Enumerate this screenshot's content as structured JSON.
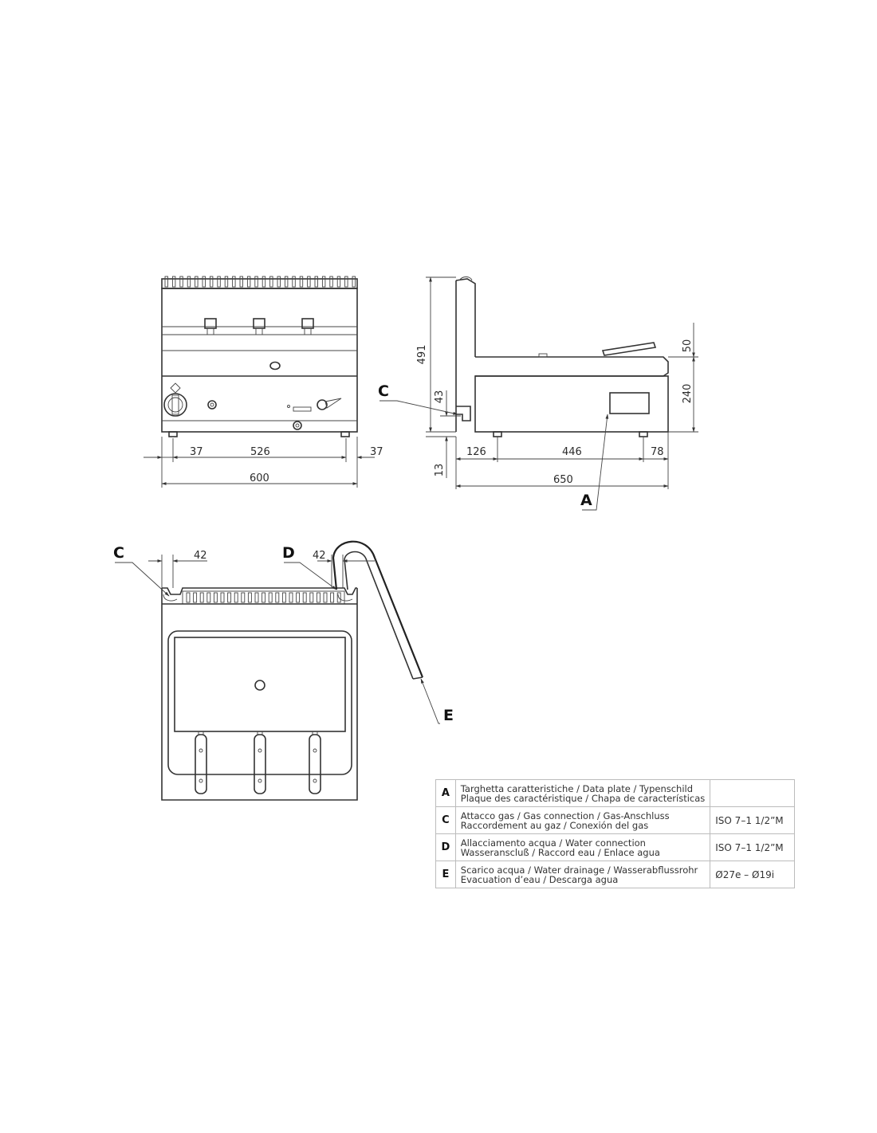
{
  "front_view": {
    "dims": {
      "left_margin": "37",
      "inner_width": "526",
      "right_margin": "37",
      "total_width": "600"
    }
  },
  "side_view": {
    "dims": {
      "height_total": "491",
      "gas_height": "43",
      "foot_height": "13",
      "top_section": "50",
      "body_height": "240",
      "front_offset": "126",
      "mid_span": "446",
      "rear_offset": "78",
      "total_depth": "650"
    },
    "callouts": {
      "gas": "C",
      "plate": "A"
    }
  },
  "top_view": {
    "dims": {
      "gas_offset": "42",
      "water_offset": "42"
    },
    "callouts": {
      "gas": "C",
      "water": "D",
      "drain": "E"
    }
  },
  "legend": {
    "rows": [
      {
        "key": "A",
        "line1": "Targhetta caratteristiche / Data plate / Typenschild",
        "line2": "Plaque des caractéristique / Chapa de características",
        "spec": ""
      },
      {
        "key": "C",
        "line1": "Attacco gas / Gas connection / Gas-Anschluss",
        "line2": "Raccordement au gaz / Conexión del gas",
        "spec": "ISO 7–1  1/2”M"
      },
      {
        "key": "D",
        "line1": "Allacciamento acqua / Water connection",
        "line2": "Wasseranscluß / Raccord eau / Enlace agua",
        "spec": "ISO 7–1  1/2”M"
      },
      {
        "key": "E",
        "line1": "Scarico acqua / Water drainage / Wasserabflussrohr",
        "line2": "Evacuation d’eau / Descarga agua",
        "spec": "Ø27e – Ø19i"
      }
    ]
  },
  "icons": {
    "thermostat": "thermostat-knob-icon",
    "pilot": "pilot-light-icon",
    "drain_tap": "drain-tap-icon"
  }
}
